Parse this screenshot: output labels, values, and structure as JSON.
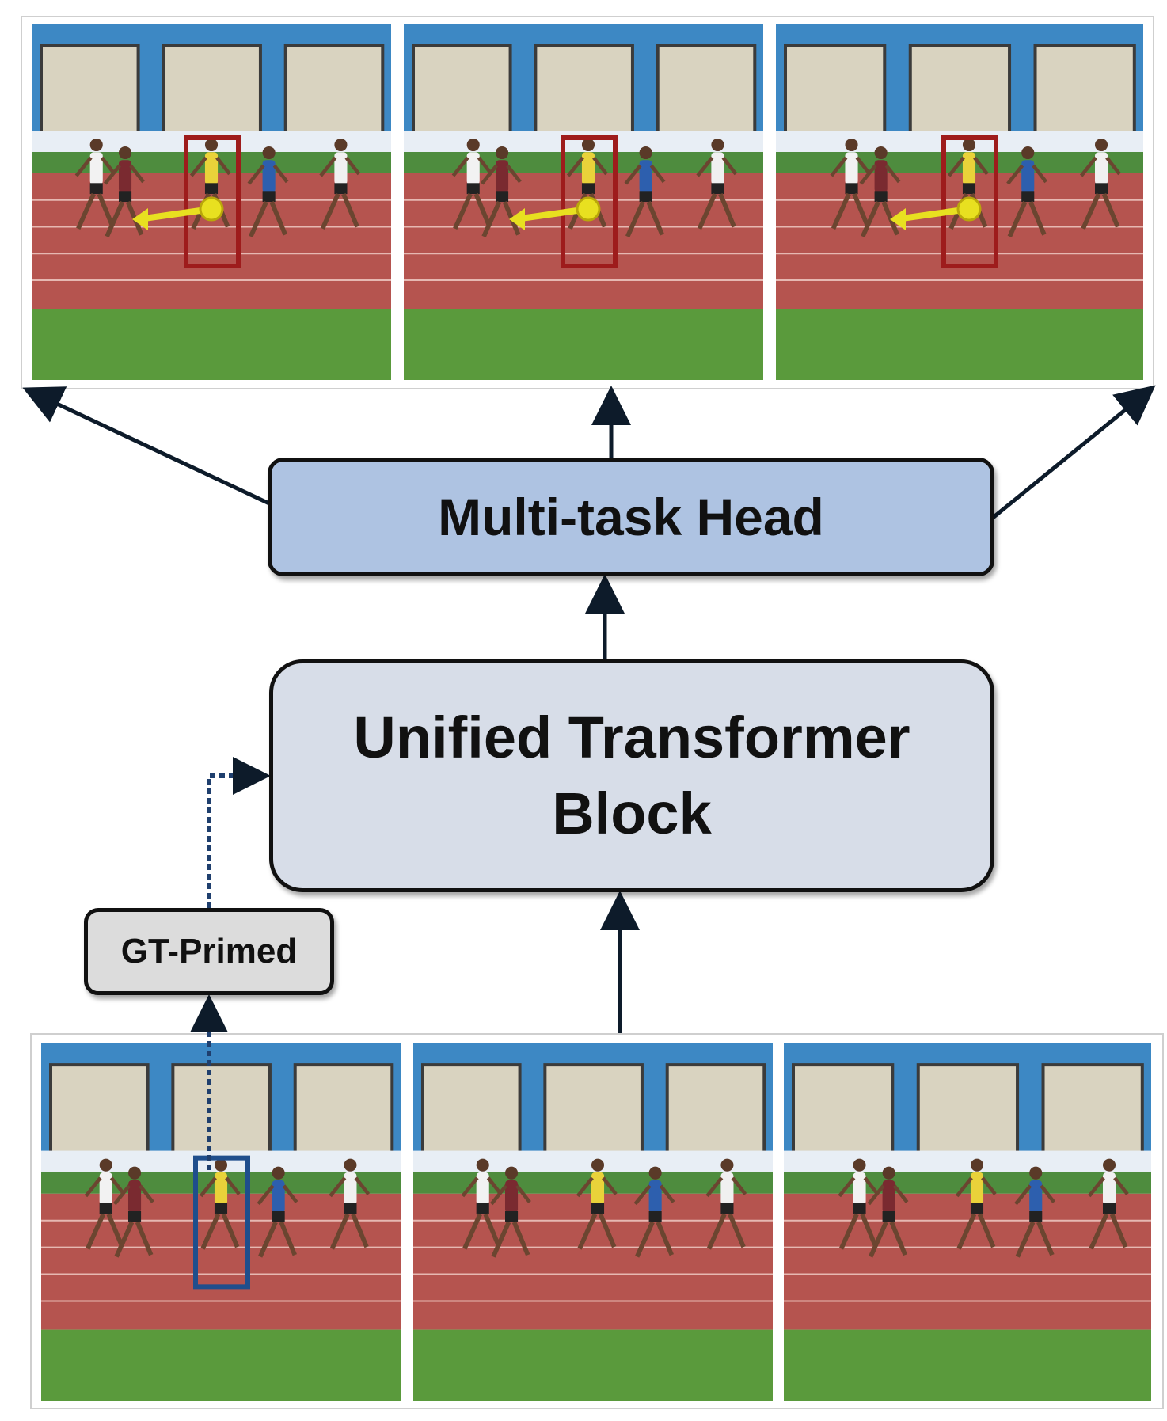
{
  "labels": {
    "head": "Multi-task Head",
    "transformer_line1": "Unified Transformer",
    "transformer_line2": "Block",
    "primed": "GT-Primed"
  },
  "colors": {
    "track": "#b5544f",
    "grass": "#4e8c3e",
    "wall": "#3d88c4",
    "prediction_box": "#9e1c1c",
    "gt_box": "#1f4e8c",
    "trajectory": "#e8e020",
    "head_fill": "#aec3e2",
    "transformer_fill": "#d7dde8",
    "primed_fill": "#dcdcdc"
  },
  "output_frames": 3,
  "input_frames": 3
}
